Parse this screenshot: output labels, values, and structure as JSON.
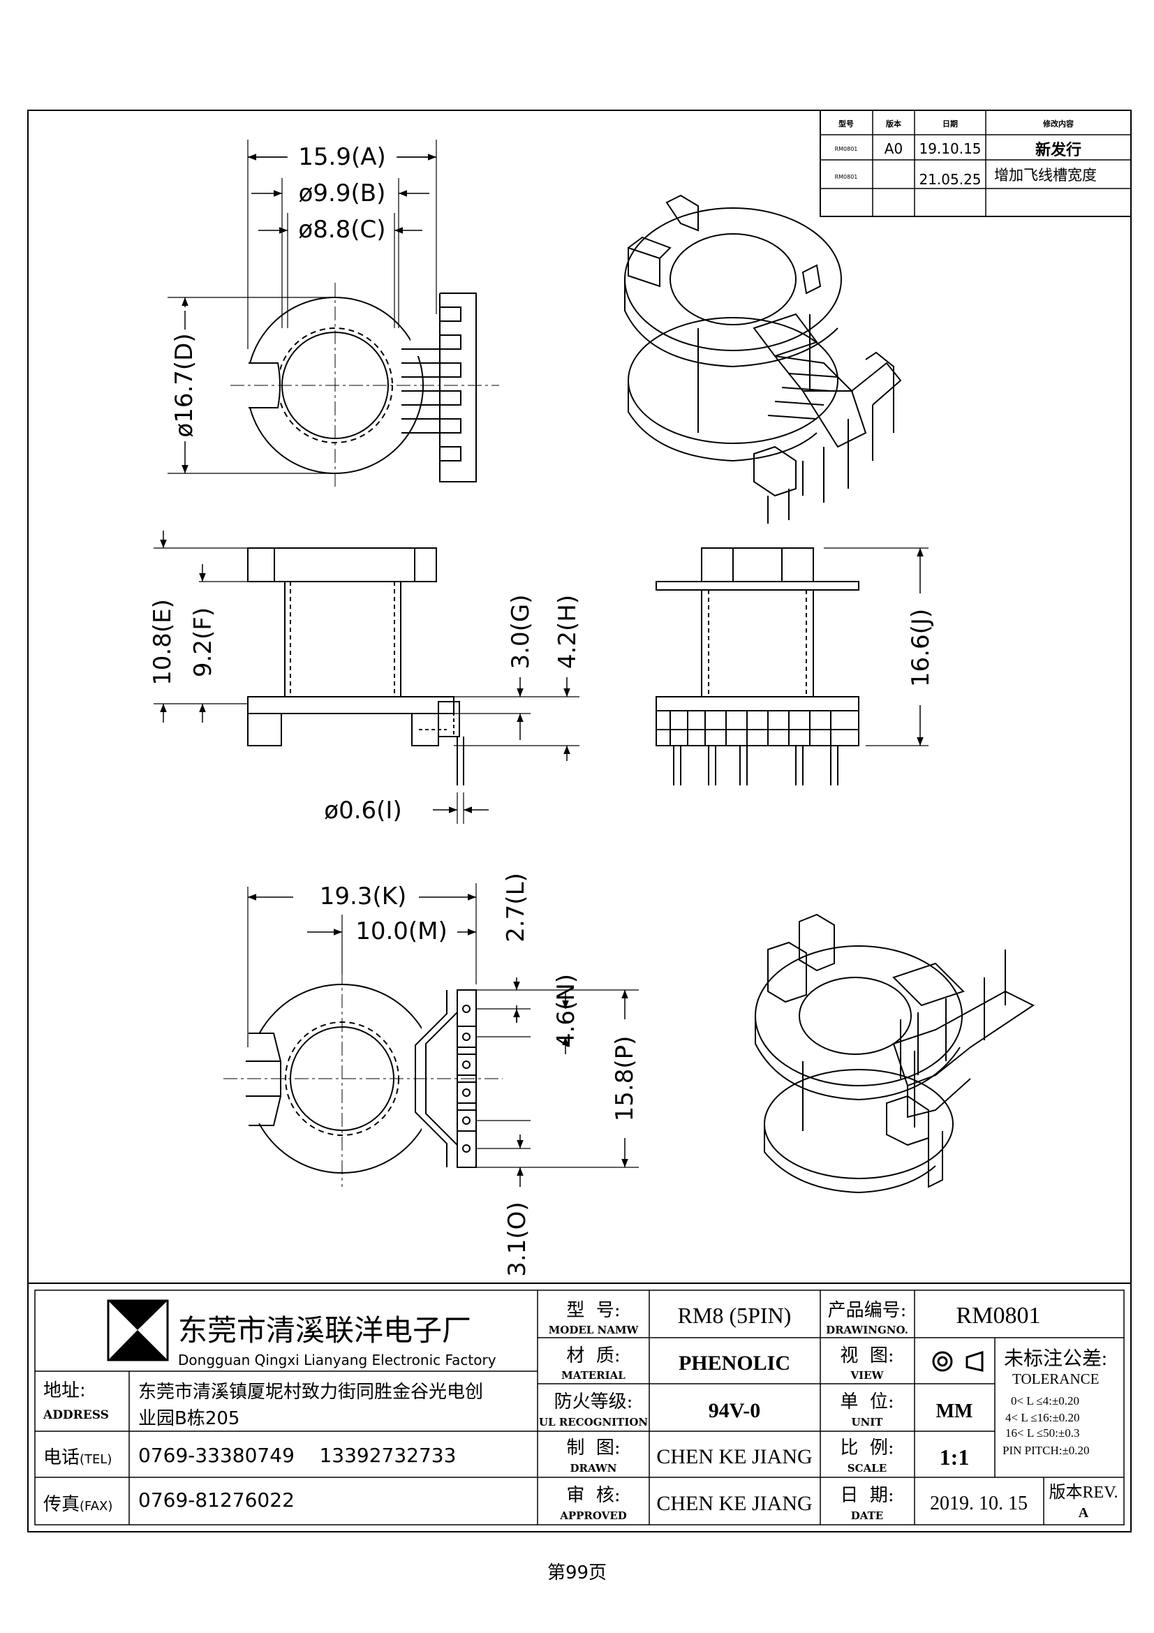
{
  "revision_table": {
    "headers": [
      "型号",
      "版本",
      "日期",
      "修改内容"
    ],
    "rows": [
      {
        "model": "RM0801",
        "rev": "A0",
        "date": "19.10.15",
        "change": "新发行"
      },
      {
        "model": "RM0801",
        "rev": "",
        "date": "21.05.25",
        "change": "增加飞线槽宽度"
      }
    ]
  },
  "dimensions": {
    "A": "15.9(A)",
    "B": "ø9.9(B)",
    "C": "ø8.8(C)",
    "D": "ø16.7(D)",
    "E": "10.8(E)",
    "F": "9.2(F)",
    "G": "3.0(G)",
    "H": "4.2(H)",
    "I": "ø0.6(I)",
    "J": "16.6(J)",
    "K": "19.3(K)",
    "M": "10.0(M)",
    "L": "2.7(L)",
    "N": "4.6(N)",
    "P": "15.8(P)",
    "O": "3.1(O)"
  },
  "title_block": {
    "company_cn": "东莞市清溪联洋电子厂",
    "company_en": "Dongguan Qingxi Lianyang Electronic Factory",
    "address_label_cn": "地址:",
    "address_label_en": "ADDRESS",
    "address_line1": "东莞市清溪镇厦坭村致力街同胜金谷光电创",
    "address_line2": "业园B栋205",
    "tel_label": "电话",
    "tel_label_en": "(TEL)",
    "tel_value": "0769-33380749    13392732733",
    "fax_label": "传真",
    "fax_label_en": "(FAX)",
    "fax_value": "0769-81276022",
    "model_label_cn": "型  号:",
    "model_label_en": "MODEL NAMW",
    "model_value": "RM8 (5PIN)",
    "material_label_cn": "材  质:",
    "material_label_en": "MATERIAL",
    "material_value": "PHENOLIC",
    "fire_label_cn": "防火等级:",
    "fire_label_en": "UL RECOGNITION",
    "fire_value": "94V-0",
    "drawn_label_cn": "制  图:",
    "drawn_label_en": "DRAWN",
    "drawn_value": "CHEN KE JIANG",
    "approved_label_cn": "审  核:",
    "approved_label_en": "APPROVED",
    "approved_value": "CHEN KE JIANG",
    "drawing_no_label_cn": "产品编号:",
    "drawing_no_label_en": "DRAWINGNO.",
    "drawing_no_value": "RM0801",
    "view_label_cn": "视  图:",
    "view_label_en": "VIEW",
    "unit_label_cn": "单  位:",
    "unit_label_en": "UNIT",
    "unit_value": "MM",
    "scale_label_cn": "比  例:",
    "scale_label_en": "SCALE",
    "scale_value": "1:1",
    "date_label_cn": "日  期:",
    "date_label_en": "DATE",
    "date_value": "2019. 10. 15",
    "tolerance_label_cn": "未标注公差:",
    "tolerance_label_en": "TOLERANCE",
    "tolerance_lines": [
      "0< L ≤4:±0.20",
      "4< L ≤16:±0.20",
      "16< L ≤50:±0.3",
      "PIN PITCH:±0.20"
    ],
    "rev_label": "版本REV.",
    "rev_value": "A"
  },
  "footer": {
    "page": "第99页"
  }
}
